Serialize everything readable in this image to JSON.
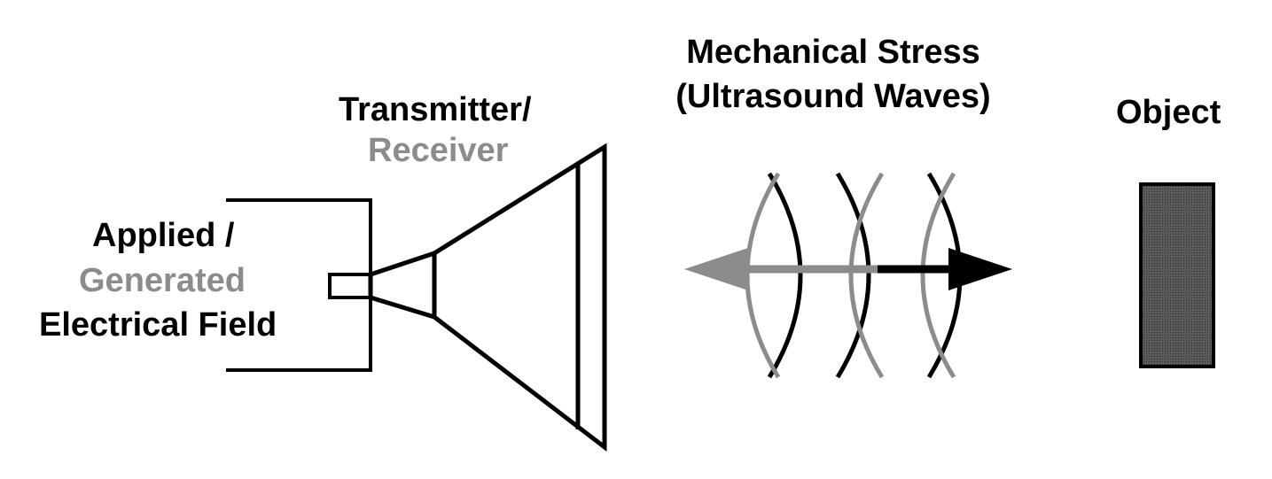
{
  "colors": {
    "primary": "#000000",
    "secondary": "#8c8c8c",
    "object_fill": "#4a4a4a",
    "background": "#ffffff"
  },
  "labels": {
    "field_line1": "Applied /",
    "field_line2": "Generated",
    "field_line3": "Electrical Field",
    "transducer_line1": "Transmitter/",
    "transducer_line2": "Receiver",
    "waves_line1": "Mechanical Stress",
    "waves_line2": "(Ultrasound Waves)",
    "object": "Object"
  }
}
